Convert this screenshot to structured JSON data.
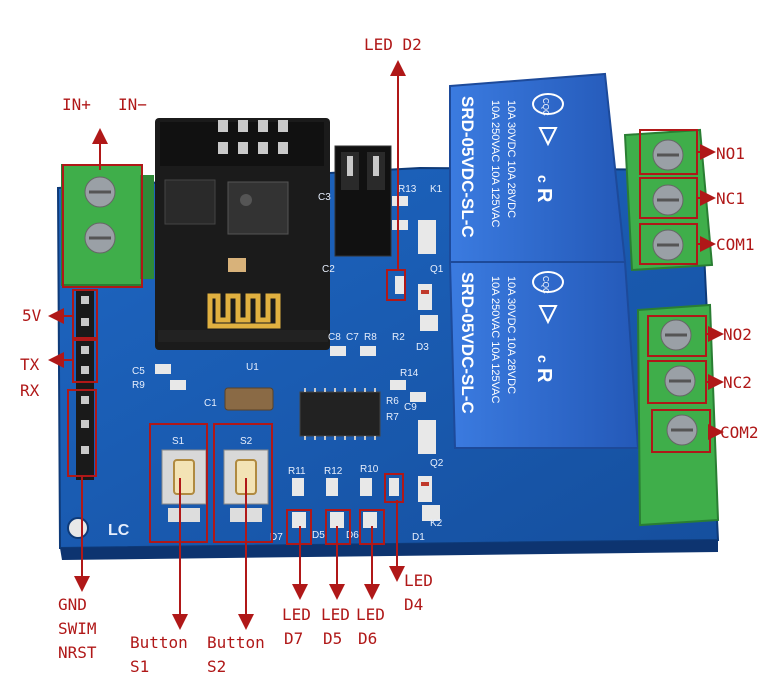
{
  "board": {
    "silk_brand": "LC",
    "relay_model": "SRD-05VDC-SL-C",
    "relay_rating_1": "10A 250VAC 10A 125VAC",
    "relay_rating_2": "10A 30VDC 10A 28VDC",
    "relay_logo": "CQC"
  },
  "labels": {
    "in_plus": "IN+",
    "in_minus": "IN−",
    "led_d2": "LED D2",
    "no1": "NO1",
    "nc1": "NC1",
    "com1": "COM1",
    "no2": "NO2",
    "nc2": "NC2",
    "com2": "COM2",
    "v5": "5V",
    "tx": "TX",
    "rx": "RX",
    "gnd": "GND",
    "swim": "SWIM",
    "nrst": "NRST",
    "button_s1_a": "Button",
    "button_s1_b": "S1",
    "button_s2_a": "Button",
    "button_s2_b": "S2",
    "led_d7_a": "LED",
    "led_d7_b": "D7",
    "led_d5_a": "LED",
    "led_d5_b": "D5",
    "led_d6_a": "LED",
    "led_d6_b": "D6",
    "led_d4_a": "LED",
    "led_d4_b": "D4"
  },
  "silkscreen": {
    "s1": "S1",
    "s2": "S2",
    "r13": "R13",
    "k1": "K1",
    "q1": "Q1",
    "r2": "R2",
    "d3": "D3",
    "c5": "C5",
    "r9": "R9",
    "c1": "C1",
    "u1": "U1",
    "c8": "C8",
    "c7": "C7",
    "r8": "R8",
    "r14": "R14",
    "r6": "R6",
    "c9": "C9",
    "r7": "R7",
    "q2": "Q2",
    "d1": "D1",
    "k2": "K2",
    "r11": "R11",
    "r12": "R12",
    "r10": "R10",
    "d7": "D7",
    "d5": "D5",
    "d6": "D6",
    "c3": "C3",
    "c2": "C2"
  },
  "colors": {
    "annotation": "#b01818",
    "pcb": "#1a5fb8",
    "relay": "#2f6fd6",
    "terminal": "#3fae4a"
  }
}
